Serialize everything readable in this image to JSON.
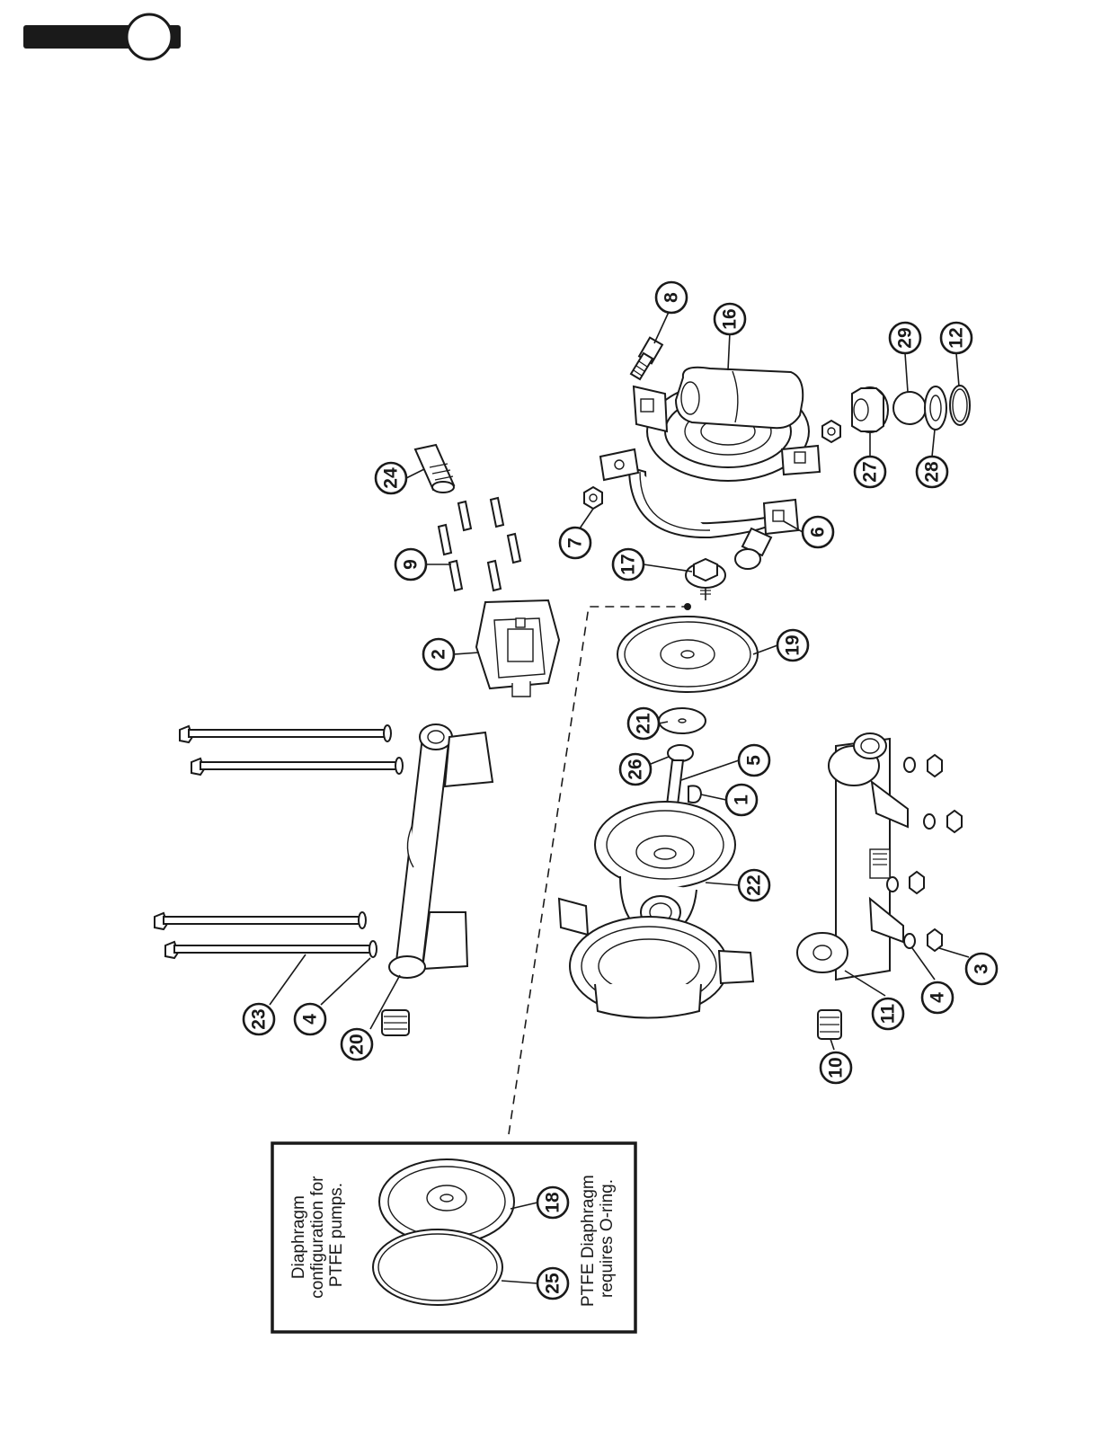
{
  "page": {
    "tab_color": "#1a1a1a"
  },
  "inset": {
    "caption_lines": [
      "Diaphragm",
      "configuration for",
      "PTFE pumps."
    ],
    "note_lines": [
      "PTFE Diaphragm",
      "requires O-ring."
    ]
  },
  "callouts": {
    "c1": "1",
    "c2": "2",
    "c3": "3",
    "c4a": "4",
    "c4b": "4",
    "c5": "5",
    "c6": "6",
    "c7": "7",
    "c8": "8",
    "c9": "9",
    "c10": "10",
    "c11": "11",
    "c12": "12",
    "c16": "16",
    "c17": "17",
    "c18": "18",
    "c19": "19",
    "c20": "20",
    "c21": "21",
    "c22": "22",
    "c23": "23",
    "c24": "24",
    "c25": "25",
    "c26": "26",
    "c27": "27",
    "c28": "28",
    "c29": "29"
  }
}
